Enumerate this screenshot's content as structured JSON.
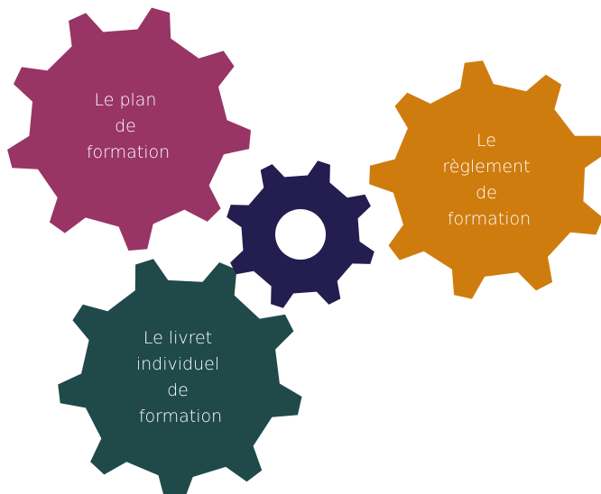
{
  "colors": {
    "background": "#ffffff",
    "plan": "#983565",
    "reglement": "#cf7c0f",
    "livret": "#1f4a49",
    "center": "#231d50",
    "label": "#ffffff"
  },
  "gears": {
    "plan": {
      "icon": "gear-icon",
      "lines": [
        "Le plan",
        "de",
        "formation"
      ]
    },
    "reglement": {
      "icon": "gear-icon",
      "lines": [
        "Le",
        "règlement",
        "de",
        "formation"
      ]
    },
    "livret": {
      "icon": "gear-icon",
      "lines": [
        "Le livret",
        "individuel",
        "de",
        "formation"
      ]
    },
    "center": {
      "icon": "gear-icon"
    }
  }
}
